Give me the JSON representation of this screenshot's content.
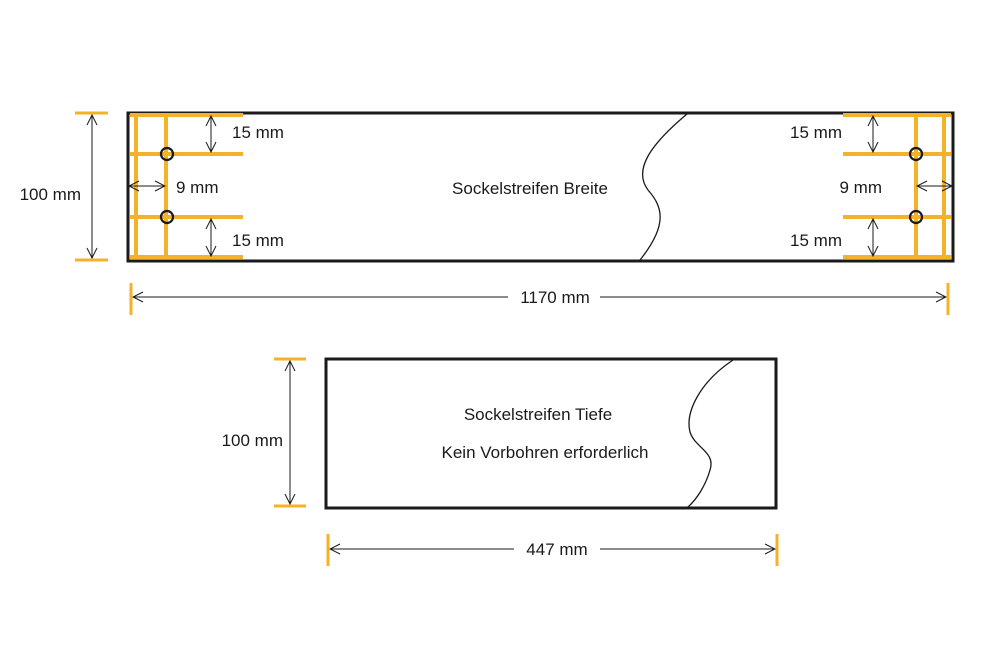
{
  "colors": {
    "accent": "#f4b12a",
    "line": "#1a1a1a",
    "background": "#ffffff"
  },
  "strip_width": {
    "title": "Sockelstreifen Breite",
    "height_label": "100 mm",
    "length_label": "1170 mm",
    "left_top_offset": "15 mm",
    "left_edge_offset": "9 mm",
    "left_bottom_offset": "15 mm",
    "right_top_offset": "15 mm",
    "right_edge_offset": "9 mm",
    "right_bottom_offset": "15 mm"
  },
  "strip_depth": {
    "title": "Sockelstreifen Tiefe",
    "note": "Kein Vorbohren erforderlich",
    "height_label": "100 mm",
    "length_label": "447 mm"
  }
}
